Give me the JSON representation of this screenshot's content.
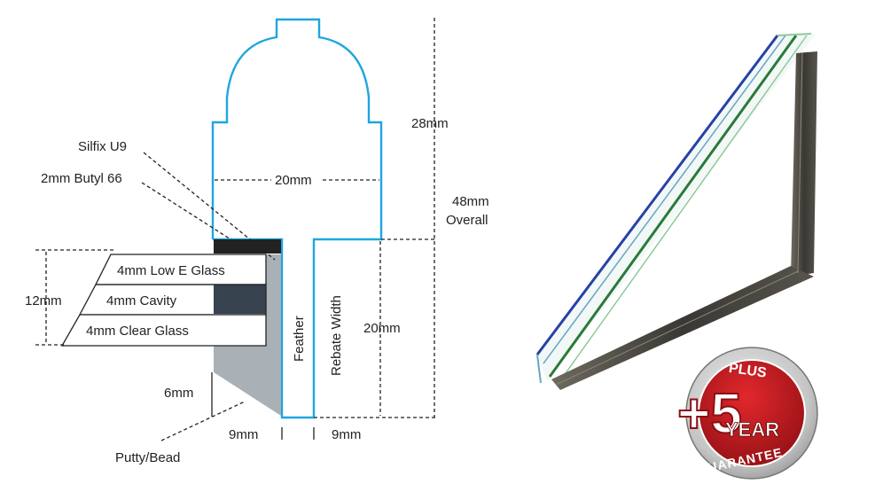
{
  "labels": {
    "silfix": "Silfix U9",
    "butyl": "2mm Butyl 66",
    "low_e": "4mm Low E Glass",
    "cavity": "4mm Cavity",
    "clear": "4mm Clear Glass",
    "twelve": "12mm",
    "six": "6mm",
    "putty": "Putty/Bead",
    "twenty_top": "20mm",
    "twentyeight": "28mm",
    "fortyeight": "48mm",
    "overall": "Overall",
    "twenty_right": "20mm",
    "feather": "Feather",
    "rebate": "Rebate Width",
    "nine_left": "9mm",
    "nine_right": "9mm"
  },
  "badge": {
    "plus": "PLUS",
    "number": "+5",
    "year": "YEAR",
    "guarantee": "GUARANTEE"
  },
  "colors": {
    "profile": "#1ea6de",
    "cavity": "#37434f",
    "butyl": "#222222",
    "bead": "#a9b0b6",
    "badge_red": "#c8191e",
    "badge_silver": "#c9c9c9"
  }
}
